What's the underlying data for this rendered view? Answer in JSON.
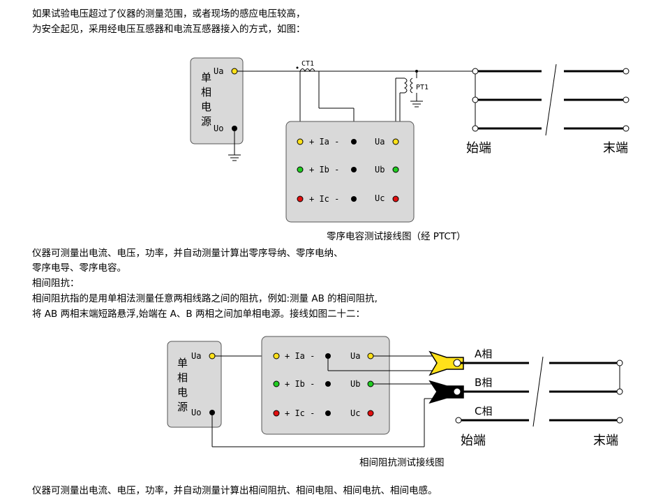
{
  "intro": {
    "line1": "如果试验电压超过了仪器的测量范围，或者现场的感应电压较高，",
    "line2": "为安全起见，采用经电压互感器和电流互感器接入的方式，如图："
  },
  "diagram1": {
    "source_chars": [
      "单",
      "相",
      "电",
      "源"
    ],
    "ua": "Ua",
    "uo": "Uo",
    "ct": "CT1",
    "pt": "PT1",
    "ch_a": "+ Ia -",
    "ch_b": "+ Ib -",
    "ch_c": "+ Ic -",
    "v_a": "Ua",
    "v_b": "Ub",
    "v_c": "Uc",
    "start_end": "始端",
    "far_end": "末端",
    "caption": "零序电容测试接线图（经 PTCT）"
  },
  "mid": {
    "line1": "仪器可测量出电流、电压，功率，并自动测量计算出零序导纳、零序电纳、",
    "line2": "零序电导、零序电容。",
    "line3": "相间阻抗：",
    "line4": "相间阻抗指的是用单相法测量任意两相线路之间的阻抗，例如:测量 AB 的相间阻抗,",
    "line5": "将 AB 两相末端短路悬浮,始端在 A、B 两相之间加单相电源。接线如图二十二："
  },
  "diagram2": {
    "source_chars": [
      "单",
      "相",
      "电",
      "源"
    ],
    "ua": "Ua",
    "uo": "Uo",
    "ch_a": "+ Ia -",
    "ch_b": "+ Ib -",
    "ch_c": "+ Ic -",
    "v_a": "Ua",
    "v_b": "Ub",
    "v_c": "Uc",
    "phase_a": "A相",
    "phase_b": "B相",
    "phase_c": "C相",
    "start_end": "始端",
    "far_end": "末端",
    "caption": "相间阻抗测试接线图"
  },
  "outro": {
    "line1": "仪器可测量出电流、电压，功率，并自动测量计算出相间阻抗、相间电阻、相间电抗、相间电感。"
  },
  "colors": {
    "box_fill": "#d9d9d9",
    "yellow": "#ffe11a",
    "green": "#22cc22",
    "red": "#e01010",
    "black": "#000000"
  }
}
